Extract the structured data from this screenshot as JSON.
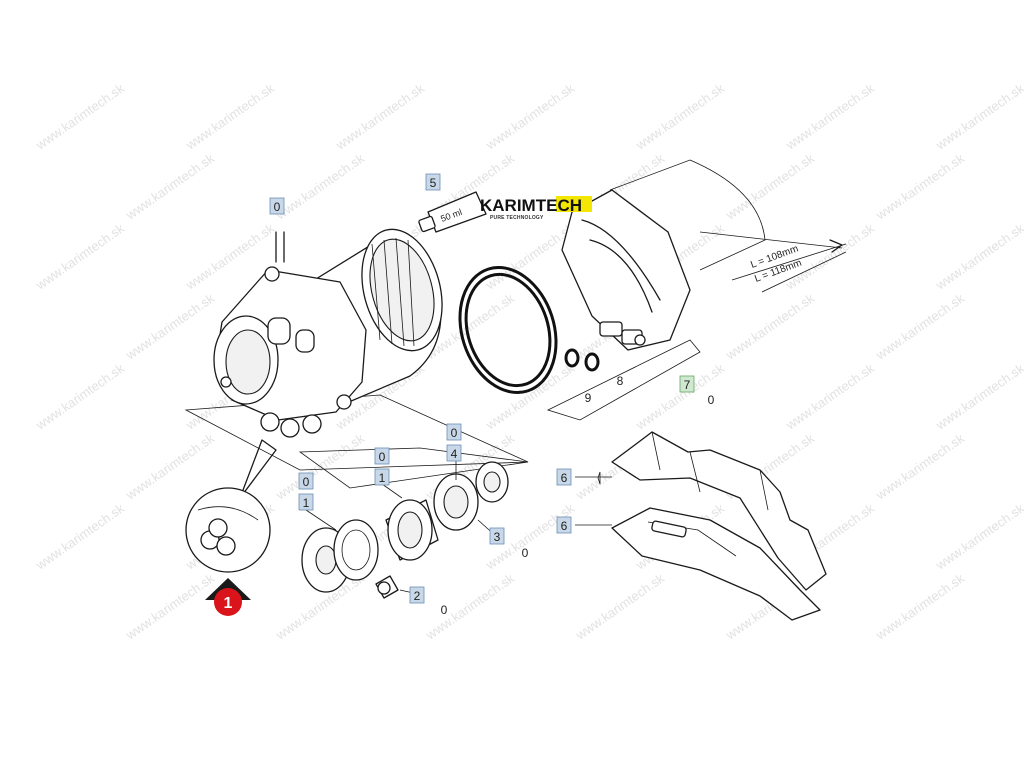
{
  "watermark": {
    "text": "www.karimtech.sk"
  },
  "logo": {
    "name": "KARIMTECH",
    "tagline": "PURE TECHNOLOGY",
    "accent_color": "#f3e600"
  },
  "tube": {
    "label": "50 ml"
  },
  "dimensions": {
    "short": "L = 108mm",
    "long": "L = 118mm"
  },
  "marker": {
    "label": "1",
    "color": "#d9151b"
  },
  "callouts": {
    "c5": "5",
    "c0_top": "0",
    "c9": "9",
    "c8": "8",
    "c7": "7",
    "c7_suffix": "0",
    "c6a": "6",
    "c6b": "6",
    "c0_left": "0",
    "c1_left": "1",
    "c0_mid": "0",
    "c1_mid": "1",
    "c0_mid2": "0",
    "c4": "4",
    "c3": "3",
    "c3_suffix": "0",
    "c2": "2",
    "c2_suffix": "0"
  },
  "colors": {
    "callout_fill": "#c8d8e8",
    "callout_highlight": "#cfe8cf",
    "line": "#1a1a1a"
  }
}
